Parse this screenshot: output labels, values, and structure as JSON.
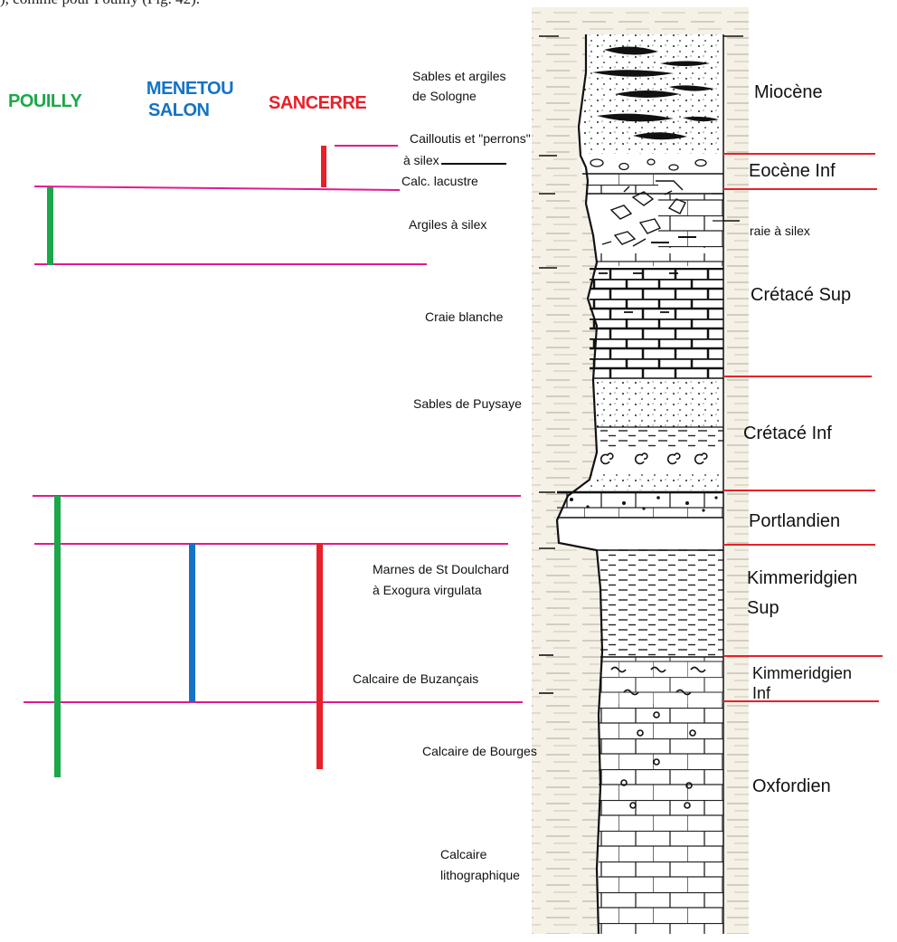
{
  "title_fragment": "), comme pour Pouilly (Fig. 42).",
  "regions": {
    "pouilly": {
      "label": "POUILLY",
      "color": "#1aa84a"
    },
    "menetou": {
      "line1": "MENETOU",
      "line2": "SALON",
      "color": "#1473c4"
    },
    "sancerre": {
      "label": "SANCERRE",
      "color": "#e8202a"
    }
  },
  "units": {
    "sologne_1": "Sables et argiles",
    "sologne_2": "de Sologne",
    "cailloutis_1": "Cailloutis et \"perrons\"",
    "cailloutis_2": "à silex",
    "calc_lacustre": "Calc. lacustre",
    "argiles": "Argiles à silex",
    "craie": "Craie blanche",
    "puysaye": "Sables de Puysaye",
    "marnes_1": "Marnes de St Doulchard",
    "marnes_2": "à Exogura virgulata",
    "buzancais": "Calcaire de Buzançais",
    "bourges": "Calcaire de Bourges",
    "litho_1": "Calcaire",
    "litho_2": "lithographique"
  },
  "stages": {
    "miocene": "Miocène",
    "eocene": "Eocène Inf",
    "craie_silex": "raie à silex",
    "cretace_sup": "Crétacé Sup",
    "cretace_inf": "Crétacé Inf",
    "portlandien": "Portlandien",
    "kimm_sup_1": "Kimmeridgien",
    "kimm_sup_2": "Sup",
    "kimm_inf_1": "Kimmeridgien",
    "kimm_inf_2": "Inf",
    "oxfordien": "Oxfordien"
  },
  "colors": {
    "boundary_magenta": "#e2198f",
    "stage_red": "#e8202a",
    "column_paper": "#f6f1e6"
  }
}
